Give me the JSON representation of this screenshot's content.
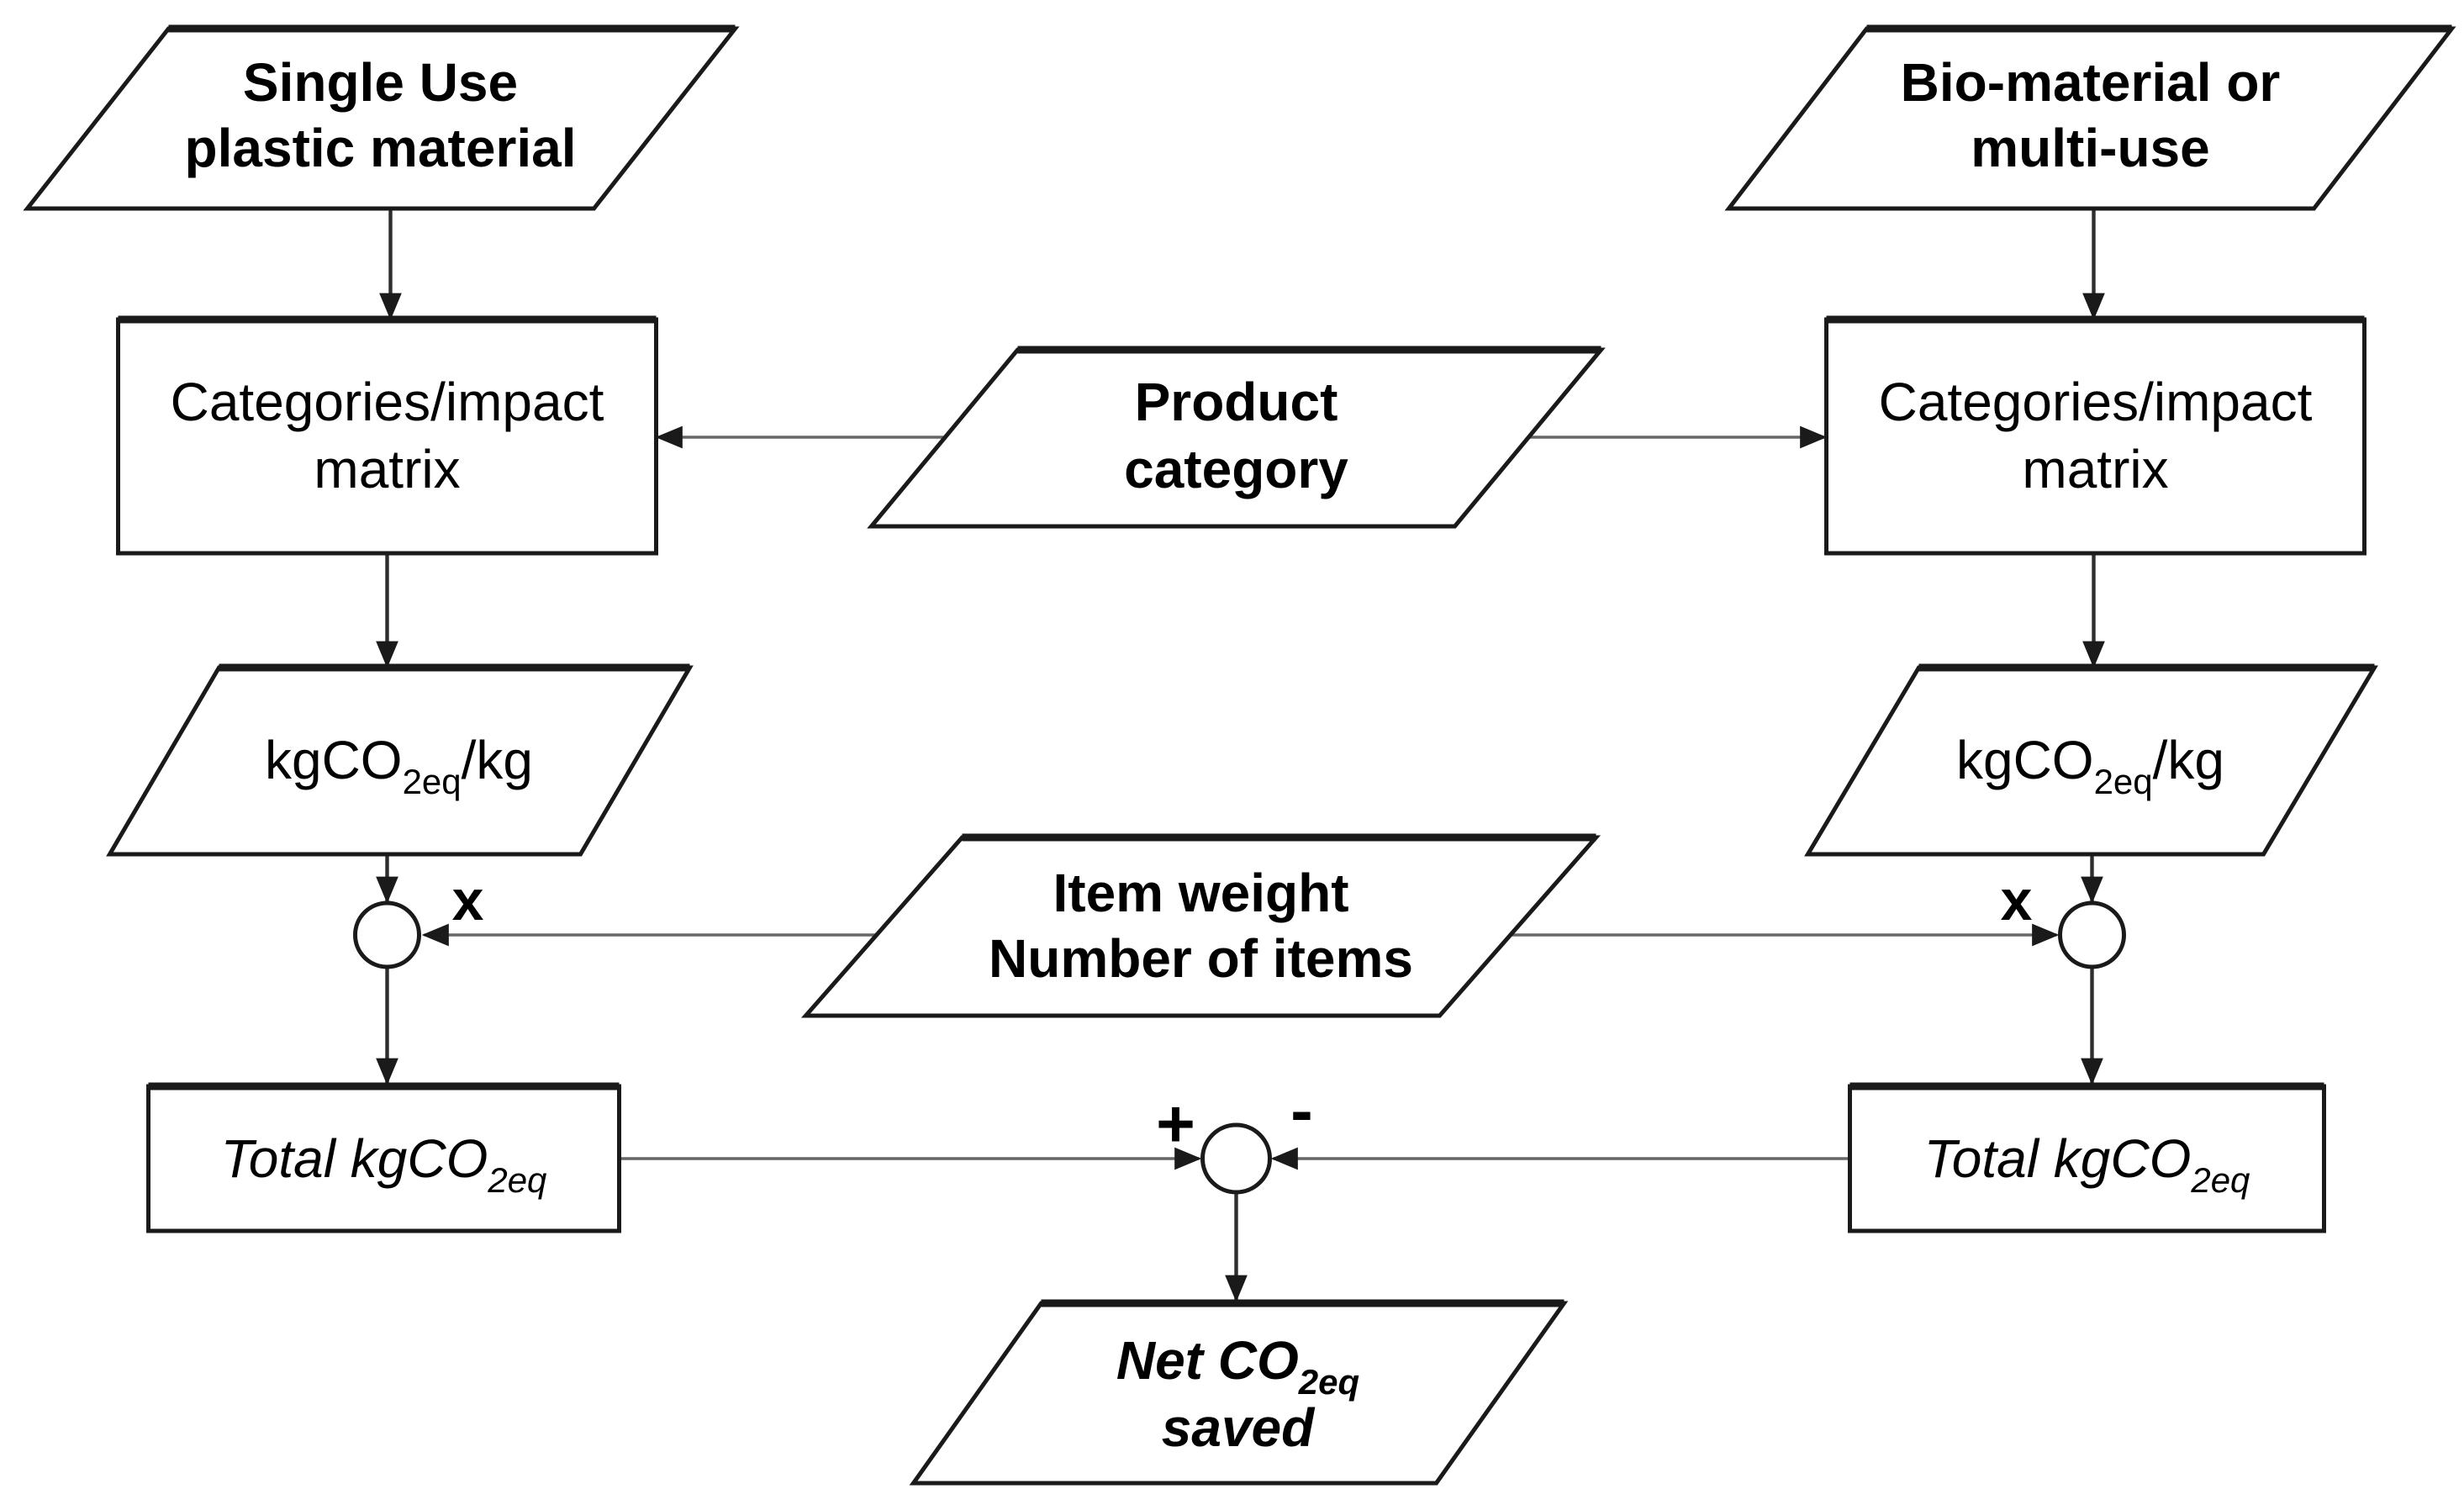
{
  "nodes": {
    "single_use": {
      "line1": "Single Use",
      "line2": "plastic material"
    },
    "bio_material": {
      "line1": "Bio-material or",
      "line2": "multi-use"
    },
    "categories_left": {
      "line1": "Categories/impact",
      "line2": "matrix"
    },
    "categories_right": {
      "line1": "Categories/impact",
      "line2": "matrix"
    },
    "product_category": {
      "line1": "Product",
      "line2": "category"
    },
    "kg_co2_left": {
      "prefix": "kgCO",
      "sub": "2eq",
      "suffix": "/kg"
    },
    "kg_co2_right": {
      "prefix": "kgCO",
      "sub": "2eq",
      "suffix": "/kg"
    },
    "item_weight": {
      "line1": "Item weight",
      "line2": "Number of items"
    },
    "total_left": {
      "prefix": "Total kgCO",
      "sub": "2eq"
    },
    "total_right": {
      "prefix": "Total kgCO",
      "sub": "2eq"
    },
    "net_saved": {
      "prefix": "Net CO",
      "sub": "2eq",
      "line2": "saved"
    }
  },
  "operators": {
    "multiply_left": "x",
    "multiply_right": "x",
    "plus": "+",
    "minus": "-"
  },
  "colors": {
    "shape_stroke": "#1a1a1a",
    "connector_line": "#666666",
    "connector_line_dark": "#2e2e2e",
    "text": "#000000",
    "background": "#ffffff"
  }
}
